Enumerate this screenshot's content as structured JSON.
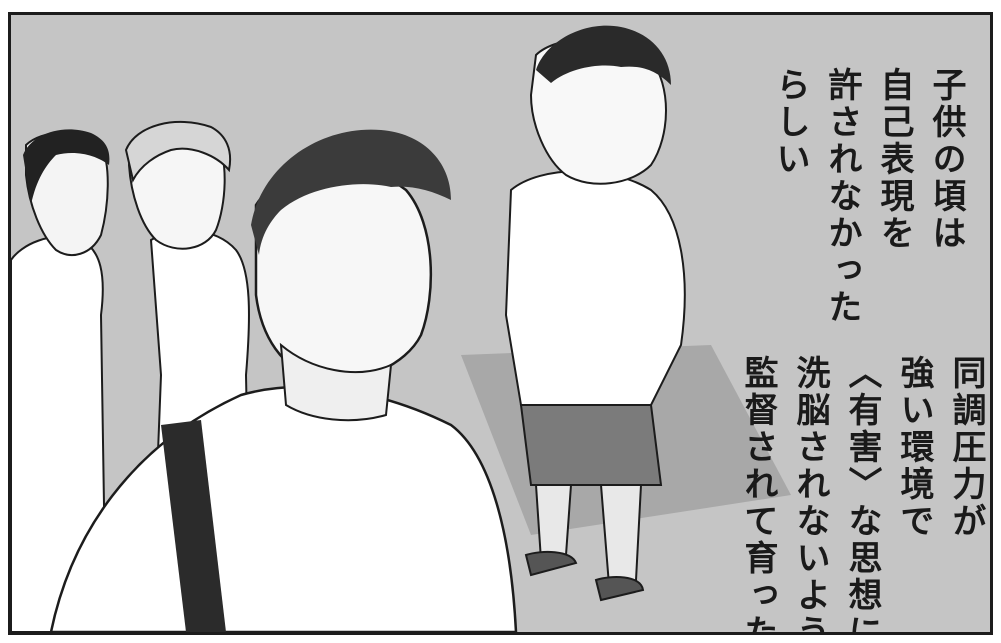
{
  "caption_top": {
    "lines": [
      "子供の頃は",
      "自己表現を",
      "許されなかった",
      "らしい"
    ]
  },
  "caption_bottom": {
    "lines": [
      "同調圧力が",
      "強い環境で",
      "〈有害〉な思想に",
      "洗脳されないよう",
      "監督されて育った"
    ]
  },
  "palette": {
    "background": "#c5c5c5",
    "ink": "#1c1c1c",
    "paper": "#ffffff"
  },
  "figures": [
    {
      "name": "man-left-far",
      "description_icon": "figure-icon"
    },
    {
      "name": "man-left-near",
      "description_icon": "figure-icon"
    },
    {
      "name": "man-foreground",
      "description_icon": "figure-icon"
    },
    {
      "name": "man-looking-up",
      "description_icon": "figure-icon"
    }
  ]
}
